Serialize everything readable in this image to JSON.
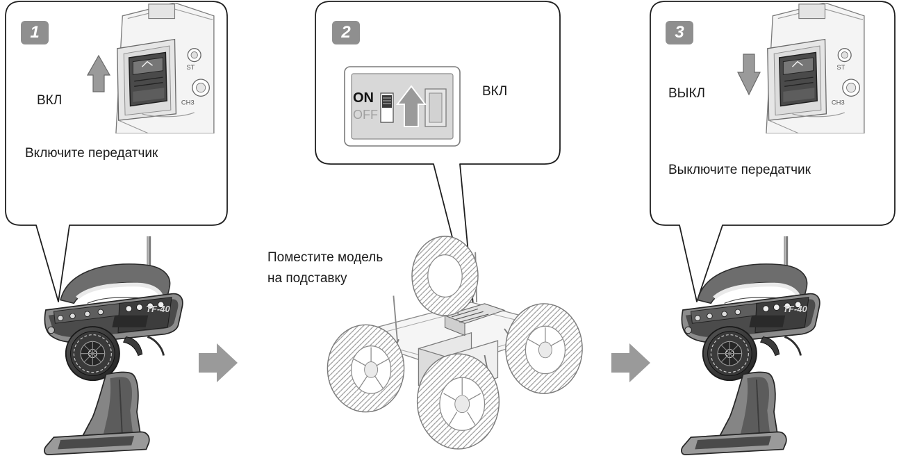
{
  "colors": {
    "callout_border": "#1f1f1f",
    "step_badge": "#8f8f8f",
    "arrow_fill": "#9a9a9a",
    "switch_panel": "#d8d8d8",
    "line_art": "#6e6e6e"
  },
  "steps": [
    {
      "number": "1",
      "state_label": "ВКЛ",
      "instruction": "Включите передатчик",
      "arrow_direction": "up",
      "icon": "transmitter-power-switch-icon"
    },
    {
      "number": "2",
      "state_label": "ВКЛ",
      "switch_on_label": "ON",
      "switch_off_label": "OFF",
      "arrow_direction": "up",
      "icon": "model-power-switch-icon"
    },
    {
      "number": "3",
      "state_label": "ВЫКЛ",
      "instruction": "Выключите передатчик",
      "arrow_direction": "down",
      "icon": "transmitter-power-switch-icon"
    }
  ],
  "transmitter": {
    "brand_label": "TF-40",
    "icon": "pistol-grip-transmitter-icon"
  },
  "model": {
    "caption_line1": "Поместите модель",
    "caption_line2": "на подставку",
    "icon": "rc-monster-truck-icon"
  },
  "flow_arrows": [
    "next-step-arrow-icon",
    "next-step-arrow-icon"
  ]
}
